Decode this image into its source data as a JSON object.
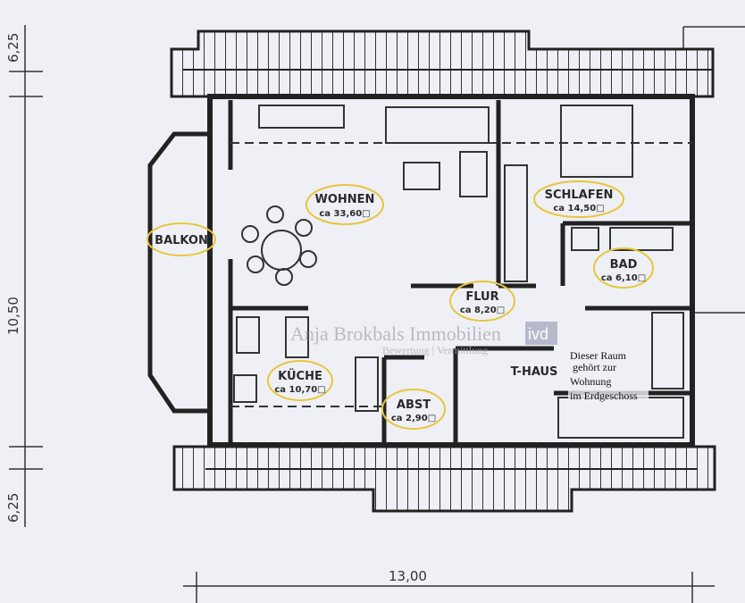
{
  "plan": {
    "dimensions": {
      "width": "13,00",
      "height": "10,50",
      "top_roof": "6,25",
      "bottom_roof": "6,25"
    },
    "rooms": [
      {
        "name": "BALKON",
        "area": ""
      },
      {
        "name": "WOHNEN",
        "area": "ca 33,60□"
      },
      {
        "name": "SCHLAFEN",
        "area": "ca 14,50□"
      },
      {
        "name": "BAD",
        "area": "ca 6,10□"
      },
      {
        "name": "FLUR",
        "area": "ca 8,20□"
      },
      {
        "name": "KÜCHE",
        "area": "ca 10,70□"
      },
      {
        "name": "ABST",
        "area": "ca 2,90□"
      },
      {
        "name": "T-HAUS",
        "area": ""
      }
    ],
    "note": [
      "Dieser Raum",
      "gehört zur",
      "Wohnung",
      "im Erdgeschoss"
    ],
    "highlight_color": "#e8c63a"
  },
  "watermark": {
    "name": "Anja Brokbals Immobilien",
    "tagline": "Bewertung | Vermittlung",
    "logo": "ivd"
  }
}
